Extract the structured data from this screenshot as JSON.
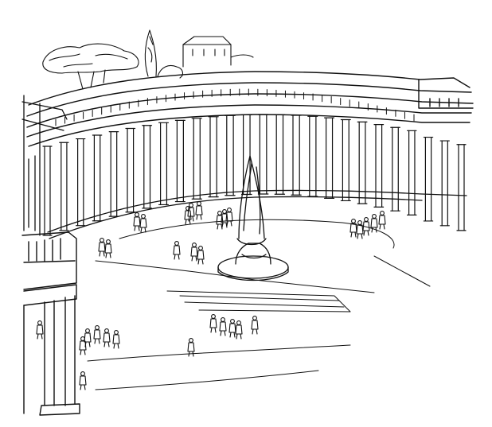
{
  "image": {
    "kind": "pen-and-ink sketch",
    "colors": {
      "ink": "#111111",
      "paper": "#ffffff"
    },
    "elements": {
      "trees": 3,
      "background_building": 1,
      "colonnade_columns": 26,
      "fountain": 1,
      "figure_groups": 10,
      "foreground_pier": 1
    }
  }
}
